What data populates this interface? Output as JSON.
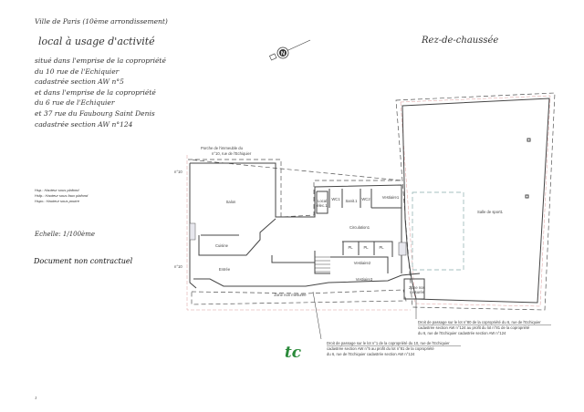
{
  "header": {
    "city": "Ville de Paris (10ème arrondissement)",
    "title": "local à usage d'activité",
    "floor": "Rez-de-chaussée",
    "description": [
      "situé dans l'emprise de la copropriété",
      "du 10 rue de l'Echiquier",
      "cadastrée section AW n°5",
      "et dans l'emprise de la copropriété",
      "du 6 rue de l'Echiquier",
      "et 37 rue du Faubourg Saint Denis",
      "cadastrée section AW n°124"
    ]
  },
  "legend": [
    "Hsp.: Hauteur sous plafond",
    "Hsfp.: Hauteur sous faux plafond",
    "Hspo.: Hauteur sous poutre"
  ],
  "scale": "Echelle: 1/100ème",
  "disclaimer": "Document non contractuel",
  "compass": "N",
  "rooms": {
    "salon": "Salon",
    "cuisine": "Cuisine",
    "entree": "Entrée",
    "local_elec": [
      "Local",
      "élec.1"
    ],
    "wc1": "WC1",
    "sanit1": "Sanit.1",
    "wc2": "WC2",
    "vestiaire1": "Vestiaire1",
    "circulation1": "Circulation1",
    "pl": [
      "PL",
      "PL",
      "PL"
    ],
    "vestiaire2": "Vestiaire2",
    "vestiaire3": "Vestiaire3",
    "zone_non_mesuree_1": "Zone non mesurée",
    "zone_non_mesuree_2": [
      "Zone non",
      "mesurée"
    ],
    "salle_de_sport": "Salle de sport1"
  },
  "annotations": {
    "porche": [
      "Porche de l'immeuble du",
      "n°10, rue de l'Echiquier"
    ],
    "n10_top": "n°10",
    "n10_bottom": "n°10",
    "droit_1": [
      "Droit de passage sur le lot n°80 de la copropriété du 6, rue de l'Echiquier",
      "cadastrée section AW n°124 au profit du lot n°81 de la copropriété",
      "du 6, rue de l'Echiquier cadastrée section AW n°124"
    ],
    "droit_2": [
      "Droit de passage sur le lot n°1 de la copropriété du 10, rue de l'Echiquier",
      "cadastrée section AW n°5 au profit du lot n°81 de la copropriété",
      "du 6, rue de l'Echiquier cadastrée section AW n°124"
    ]
  },
  "logo": "tc",
  "page_mark": "1",
  "colors": {
    "logo": "#2a8a3a",
    "dimensions": "#cc4444",
    "walls": "#444444"
  }
}
